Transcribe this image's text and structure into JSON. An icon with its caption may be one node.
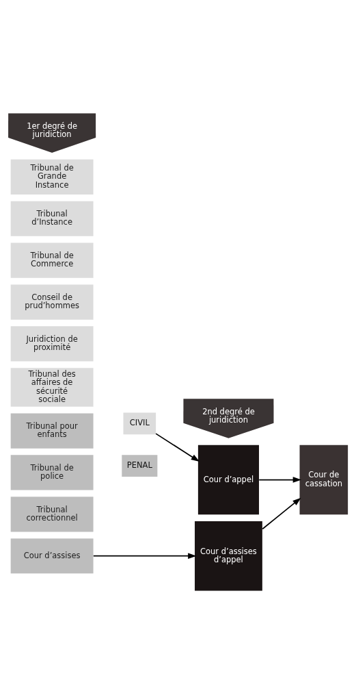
{
  "diagram": {
    "nodes": [
      {
        "text": [
          "1er degré de juridiction"
        ]
      },
      {
        "text": [
          "2nd degré de juridiction"
        ]
      },
      {
        "text": [
          "Tribunal de Grande Instance"
        ]
      },
      {
        "text": [
          "Tribunal d’Instance"
        ]
      },
      {
        "text": [
          "Tribunal de Commerce"
        ]
      },
      {
        "text": [
          "Conseil de prud’hommes"
        ]
      },
      {
        "text": [
          "Juridiction de proximité"
        ]
      },
      {
        "text": [
          "Tribunal des affaires de sécurité sociale"
        ]
      },
      {
        "text": [
          "Tribunal pour enfants"
        ]
      },
      {
        "text": [
          "Tribunal de police"
        ]
      },
      {
        "text": [
          "Tribunal correctionnel"
        ]
      },
      {
        "text": [
          "Cour d’assises"
        ]
      },
      {
        "text": [
          "CIVIL"
        ]
      },
      {
        "text": [
          "PENAL"
        ]
      },
      {
        "text": [
          "Cour d’appel"
        ]
      },
      {
        "text": [
          "Cour de cassation"
        ]
      },
      {
        "text": [
          "Cour d’assises d’appel"
        ]
      }
    ],
    "edges": [
      {
        "from": 12,
        "to": 14,
        "arrow": "to"
      },
      {
        "from": 11,
        "to": 16,
        "arrow": "to"
      },
      {
        "from": 14,
        "to": 15,
        "arrow": "to"
      },
      {
        "from": 16,
        "to": 15,
        "arrow": "to"
      }
    ]
  }
}
